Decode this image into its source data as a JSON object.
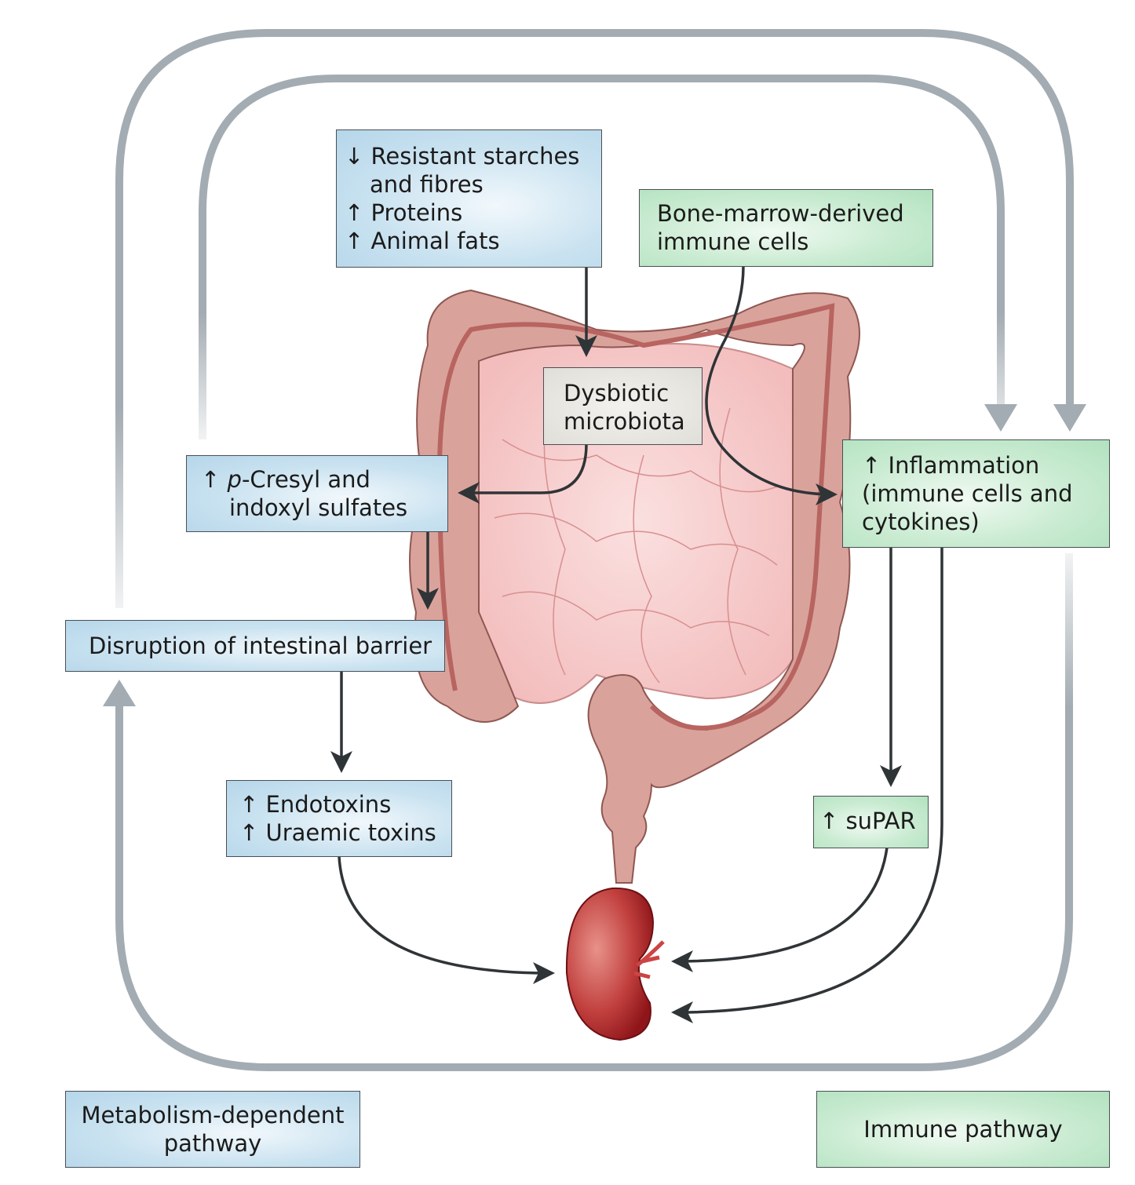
{
  "diet_box": {
    "lines": [
      "↓ Resistant starches",
      "and fibres",
      "↑ Proteins",
      "↑ Animal fats"
    ]
  },
  "bone_marrow_box": {
    "lines": [
      "Bone-marrow-derived",
      "immune cells"
    ]
  },
  "dysbiotic_box": {
    "lines": [
      "Dysbiotic",
      "microbiota"
    ]
  },
  "cresyl_box": {
    "arrow": "↑",
    "italic": "p",
    "line1_rest": "-Cresyl and",
    "line2": "indoxyl sulfates"
  },
  "inflammation_box": {
    "lines": [
      "↑ Inflammation",
      "(immune cells and",
      "cytokines)"
    ]
  },
  "barrier_box": {
    "text": "Disruption of intestinal barrier"
  },
  "toxins_box": {
    "lines": [
      "↑ Endotoxins",
      "↑ Uraemic toxins"
    ]
  },
  "supar_box": {
    "text": "↑ suPAR"
  },
  "legend": {
    "metabolism": {
      "lines": [
        "Metabolism-dependent",
        "pathway"
      ],
      "color": "#b5d6ea"
    },
    "immune": {
      "text": "Immune pathway",
      "color": "#b2e2bf"
    }
  },
  "colors": {
    "loop_arrow": "#a3acb2",
    "flow_arrow": "#2f3437",
    "intestine": "#d9a39c",
    "small_intestine": "#f6c7c7",
    "kidney": "#b0282c"
  }
}
